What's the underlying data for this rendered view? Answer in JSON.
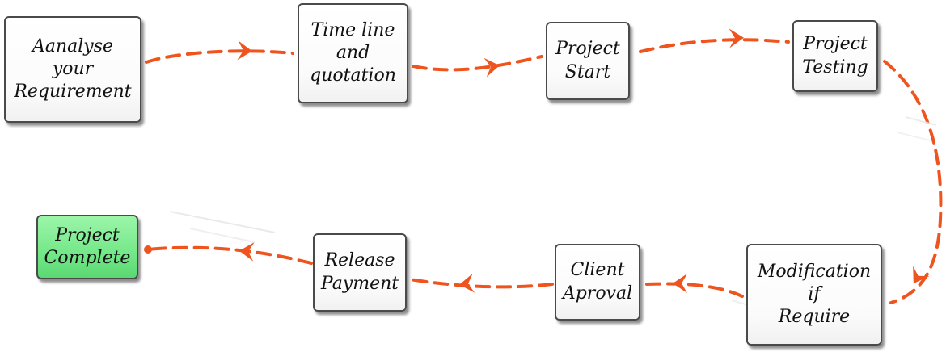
{
  "steps": [
    {
      "label": "Aanalyse\nyour\nRequirement"
    },
    {
      "label": "Time line\nand\nquotation"
    },
    {
      "label": "Project\nStart"
    },
    {
      "label": "Project\nTesting"
    },
    {
      "label": "Modification\nif\nRequire"
    },
    {
      "label": "Client\nAproval"
    },
    {
      "label": "Release\nPayment"
    },
    {
      "label": "Project\nComplete"
    }
  ],
  "colors": {
    "arrow": "#f0541e",
    "box_fill": "#ffffff",
    "complete_fill": "#7bea8f",
    "border": "#4a4a4a"
  }
}
